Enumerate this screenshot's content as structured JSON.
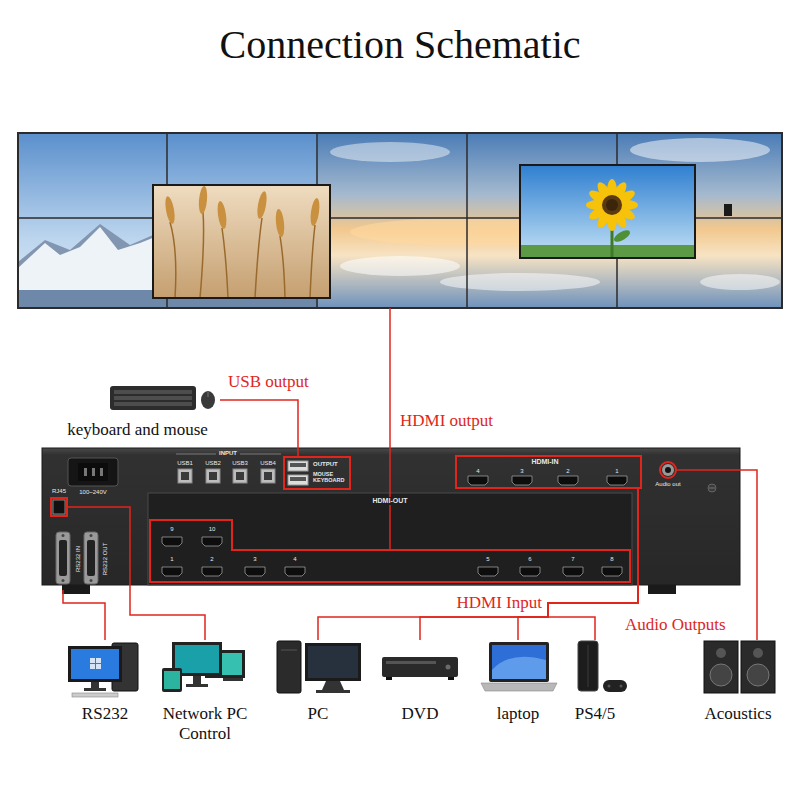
{
  "diagram": {
    "title": "Connection Schematic",
    "nodes": [
      {
        "text": [
          "keyboard and mouse"
        ]
      },
      {
        "text": [
          "INPUT",
          "USB1",
          "USB2",
          "USB3",
          "USB4",
          "100~240V"
        ]
      },
      {
        "text": [
          "OUTPUT",
          "MOUSE KEYBOARD"
        ],
        "in": 1
      },
      {
        "text": [
          "HDMI-IN",
          "4",
          "3",
          "2",
          "1"
        ],
        "in": 1
      },
      {
        "text": [
          "Audio out"
        ],
        "in": 1
      },
      {
        "text": [
          "RJ45"
        ],
        "in": 1
      },
      {
        "text": [
          "HDMI-OUT",
          "9",
          "10",
          "1",
          "2",
          "3",
          "4",
          "5",
          "6",
          "7",
          "8"
        ],
        "in": 1
      },
      {
        "text": [
          "RS232 IN",
          "RS232 OUT"
        ],
        "in": 1
      },
      {
        "text": [
          "RS232"
        ]
      },
      {
        "text": [
          "Network PC Control"
        ]
      },
      {
        "text": [
          "PC"
        ]
      },
      {
        "text": [
          "DVD"
        ]
      },
      {
        "text": [
          "laptop"
        ]
      },
      {
        "text": [
          "PS4/5"
        ]
      },
      {
        "text": [
          "Acoustics"
        ]
      }
    ],
    "edges": [
      {
        "from": 0,
        "to": 2,
        "arrow": "none",
        "label": "USB output"
      },
      {
        "from": 7,
        "to": 8,
        "arrow": "none"
      },
      {
        "from": 5,
        "to": 9,
        "arrow": "none"
      },
      {
        "from": 3,
        "to": 10,
        "arrow": "none"
      },
      {
        "from": 3,
        "to": 11,
        "arrow": "none"
      },
      {
        "from": 3,
        "to": 12,
        "arrow": "none",
        "label": "HDMI Input"
      },
      {
        "from": 3,
        "to": 13,
        "arrow": "none"
      },
      {
        "from": 4,
        "to": 14,
        "arrow": "none",
        "label": "Audio Outputs"
      }
    ],
    "labels": [
      "HDMI output"
    ]
  }
}
